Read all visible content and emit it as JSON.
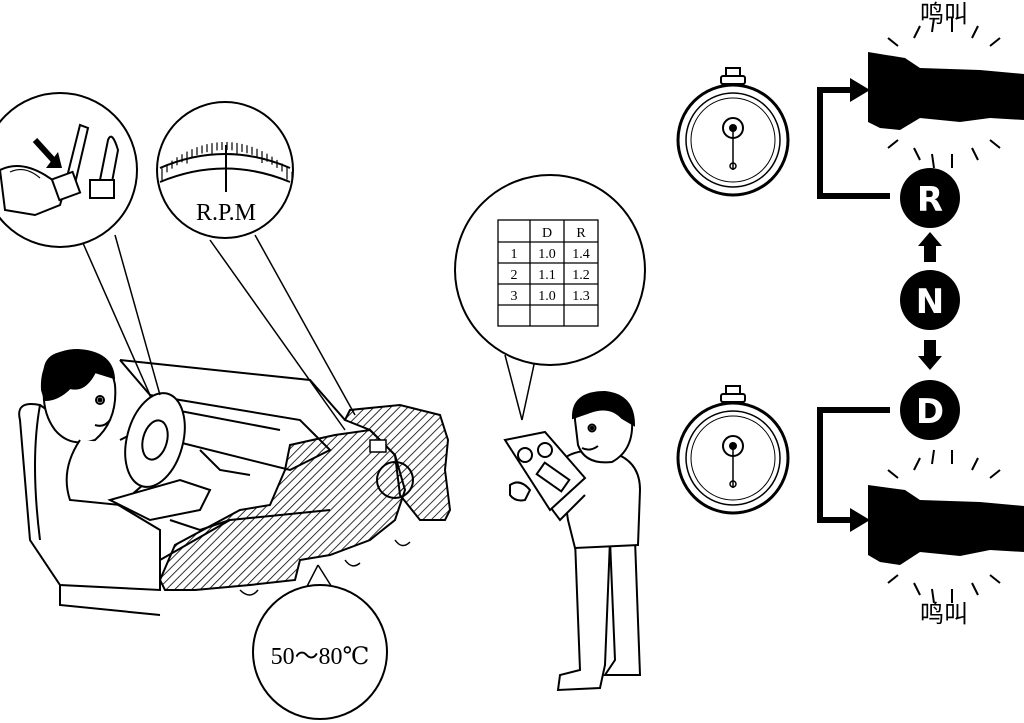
{
  "rpm_label": "R.P.M",
  "temperature_label": "50～80℃",
  "noise_top": "鸣叫",
  "noise_bottom": "鸣叫",
  "gears": {
    "r": "R",
    "n": "N",
    "d": "D"
  },
  "table": {
    "headers": [
      "",
      "D",
      "R"
    ],
    "rows": [
      [
        "1",
        "1.0",
        "1.4"
      ],
      [
        "2",
        "1.1",
        "1.2"
      ],
      [
        "3",
        "1.0",
        "1.3"
      ],
      [
        "",
        "",
        ""
      ]
    ]
  },
  "colors": {
    "ink": "#000000",
    "paper": "#ffffff"
  }
}
